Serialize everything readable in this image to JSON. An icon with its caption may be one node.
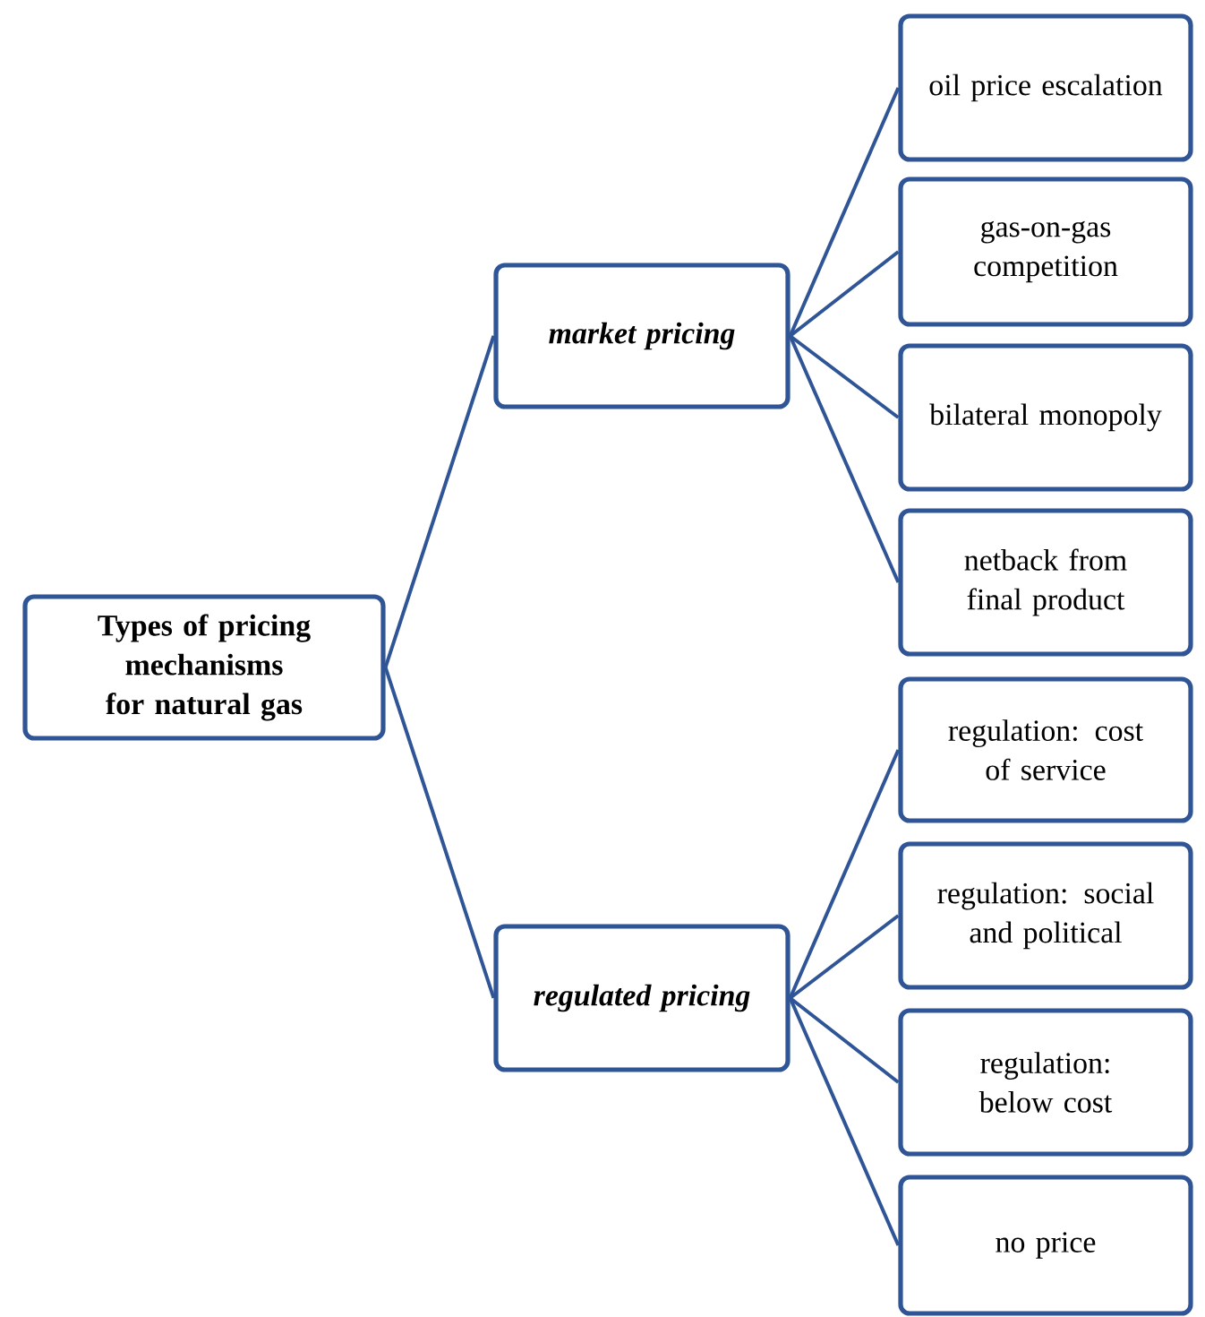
{
  "diagram": {
    "nodes": [
      {
        "text": [
          "Types of pricing mechanisms for natural gas"
        ]
      },
      {
        "text": [
          "market pricing"
        ]
      },
      {
        "text": [
          "regulated pricing"
        ]
      },
      {
        "text": [
          "oil price escalation"
        ]
      },
      {
        "text": [
          "gas-on-gas competition"
        ]
      },
      {
        "text": [
          "bilateral monopoly"
        ]
      },
      {
        "text": [
          "netback from final product"
        ]
      },
      {
        "text": [
          "regulation: cost of service"
        ]
      },
      {
        "text": [
          "regulation: social and political"
        ]
      },
      {
        "text": [
          "regulation: below cost"
        ]
      },
      {
        "text": [
          "no price"
        ]
      }
    ],
    "edges": [
      {
        "from": 0,
        "to": 1,
        "arrow": "none"
      },
      {
        "from": 0,
        "to": 2,
        "arrow": "none"
      },
      {
        "from": 1,
        "to": 3,
        "arrow": "none"
      },
      {
        "from": 1,
        "to": 4,
        "arrow": "none"
      },
      {
        "from": 1,
        "to": 5,
        "arrow": "none"
      },
      {
        "from": 1,
        "to": 6,
        "arrow": "none"
      },
      {
        "from": 2,
        "to": 7,
        "arrow": "none"
      },
      {
        "from": 2,
        "to": 8,
        "arrow": "none"
      },
      {
        "from": 2,
        "to": 9,
        "arrow": "none"
      },
      {
        "from": 2,
        "to": 10,
        "arrow": "none"
      }
    ]
  }
}
